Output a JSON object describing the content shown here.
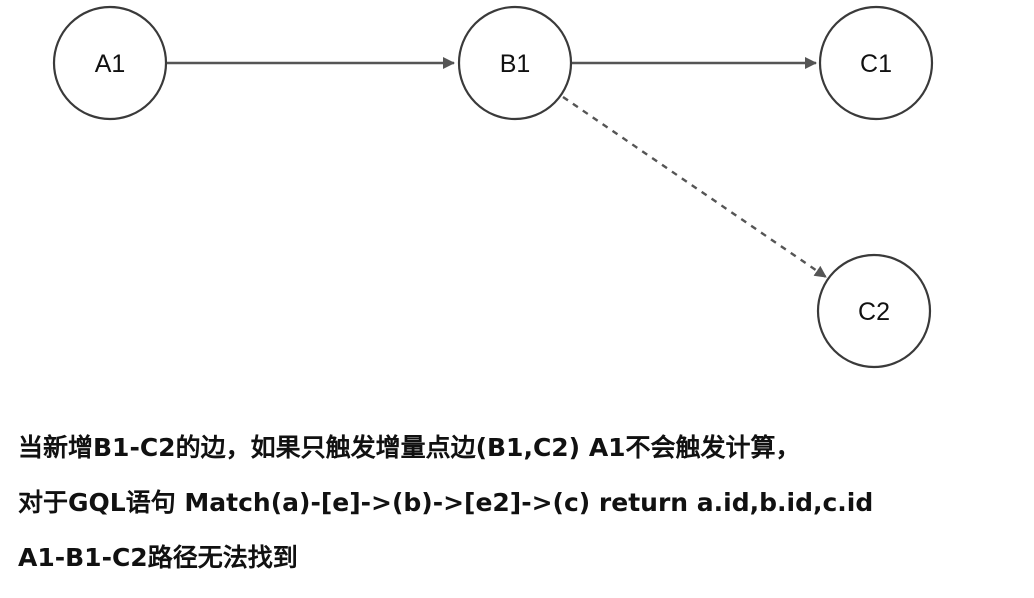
{
  "nodes": [
    {
      "id": "a1",
      "label": "A1"
    },
    {
      "id": "b1",
      "label": "B1"
    },
    {
      "id": "c1",
      "label": "C1"
    },
    {
      "id": "c2",
      "label": "C2"
    }
  ],
  "edges": [
    {
      "from": "a1",
      "to": "b1",
      "style": "solid"
    },
    {
      "from": "b1",
      "to": "c1",
      "style": "solid"
    },
    {
      "from": "b1",
      "to": "c2",
      "style": "dashed"
    }
  ],
  "caption": {
    "line1": "当新增B1-C2的边，如果只触发增量点边(B1,C2) A1不会触发计算，",
    "line2": "对于GQL语句 Match(a)-[e]->(b)->[e2]->(c) return a.id,b.id,c.id",
    "line3": "A1-B1-C2路径无法找到"
  }
}
